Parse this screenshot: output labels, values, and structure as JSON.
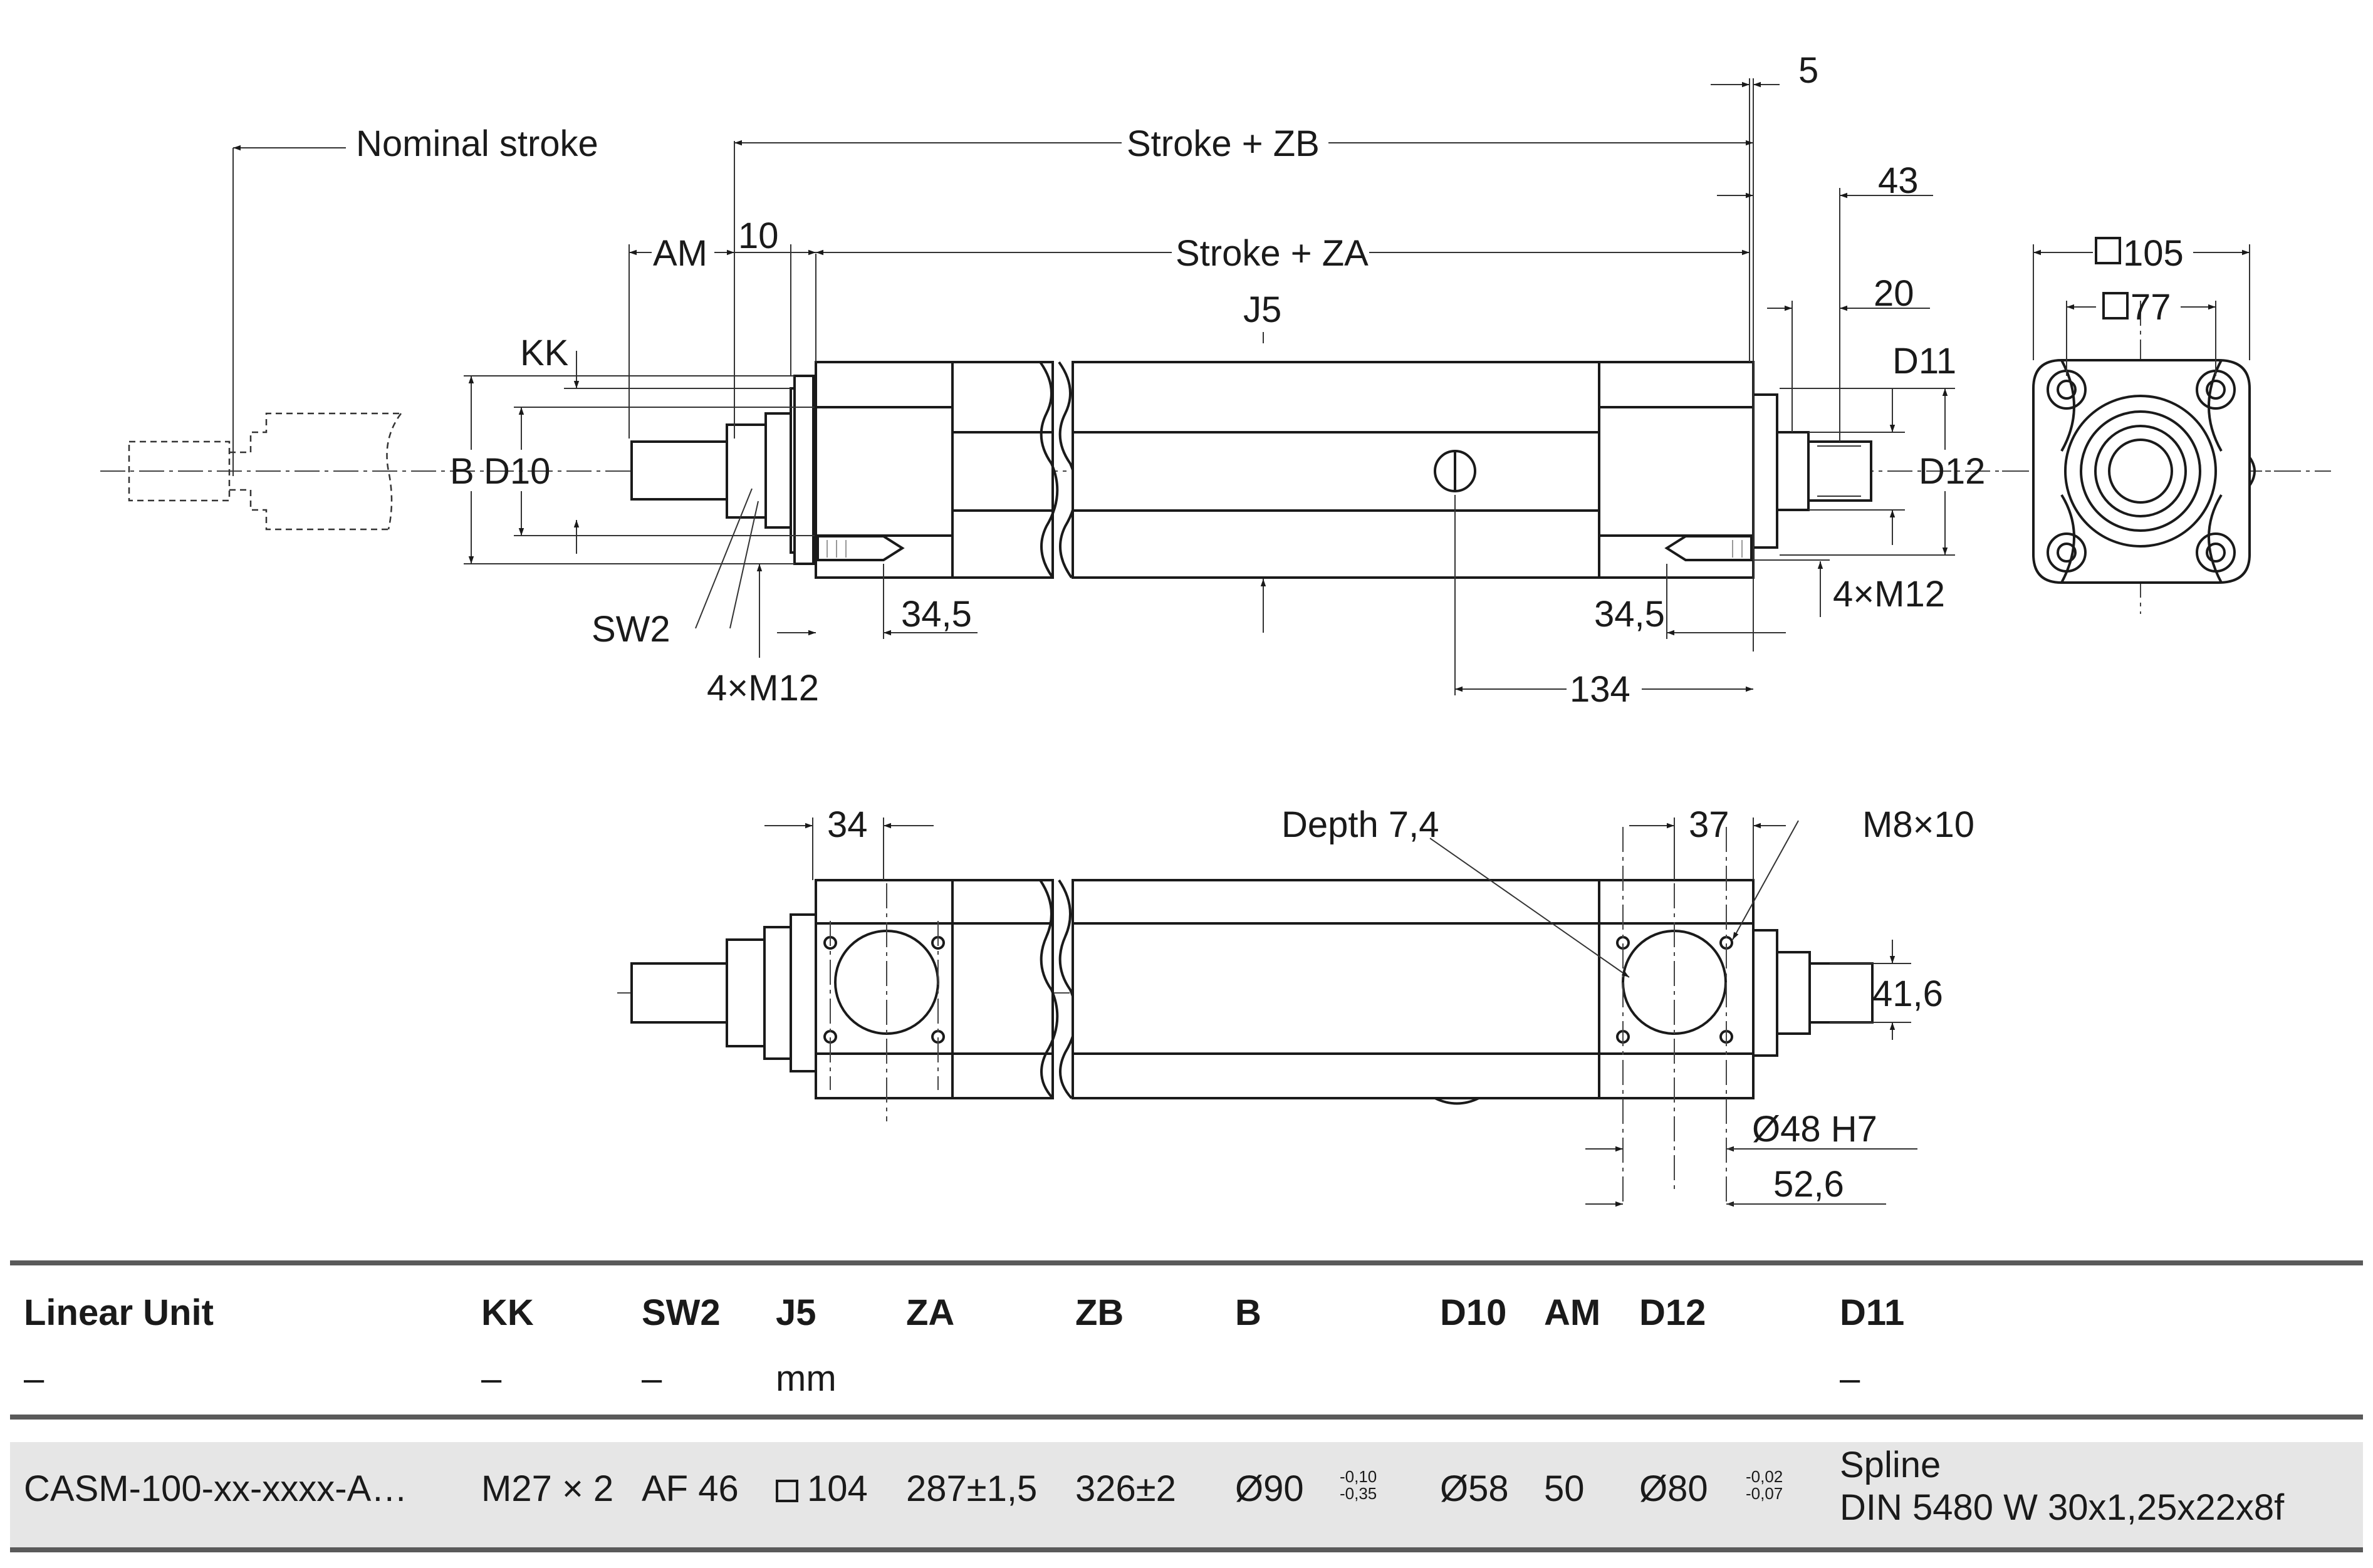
{
  "drawing": {
    "labels": {
      "nominal_stroke": "Nominal stroke",
      "stroke_zb": "Stroke + ZB",
      "stroke_za": "Stroke + ZA",
      "am": "AM",
      "ten": "10",
      "five": "5",
      "forty_three": "43",
      "twenty": "20",
      "j5": "J5",
      "kk": "KK",
      "b": "B",
      "d10": "D10",
      "d11": "D11",
      "d12": "D12",
      "sw2": "SW2",
      "m12_left": "4×M12",
      "m12_right": "4×M12",
      "dim_34_5_left": "34,5",
      "dim_34_5_right": "34,5",
      "dim_134": "134",
      "sq105": "105",
      "sq77": "77",
      "dim_34": "34",
      "depth": "Depth 7,4",
      "dim_37": "37",
      "m8": "M8×10",
      "dim_41_6": "41,6",
      "dia48": "Ø48 H7",
      "dim_52_6": "52,6"
    }
  },
  "table": {
    "headers": [
      "Linear Unit",
      "KK",
      "SW2",
      "J5",
      "ZA",
      "ZB",
      "B",
      "D10",
      "AM",
      "D12",
      "D11"
    ],
    "units": [
      "–",
      "–",
      "–",
      "mm",
      "",
      "",
      "",
      "",
      "",
      "",
      "–"
    ],
    "row": {
      "linear_unit": "CASM-100-xx-xxxx-A…",
      "kk": "M27 × 2",
      "sw2": "AF 46",
      "j5": "104",
      "za": "287±1,5",
      "zb": "326±2",
      "b": "Ø90",
      "b_tol_upper": "-0,10",
      "b_tol_lower": "-0,35",
      "d10": "Ø58",
      "am": "50",
      "d12": "Ø80",
      "d12_tol_upper": "-0,02",
      "d12_tol_lower": "-0,07",
      "d11_line1": "Spline",
      "d11_line2": "DIN 5480 W 30x1,25x22x8f"
    }
  }
}
